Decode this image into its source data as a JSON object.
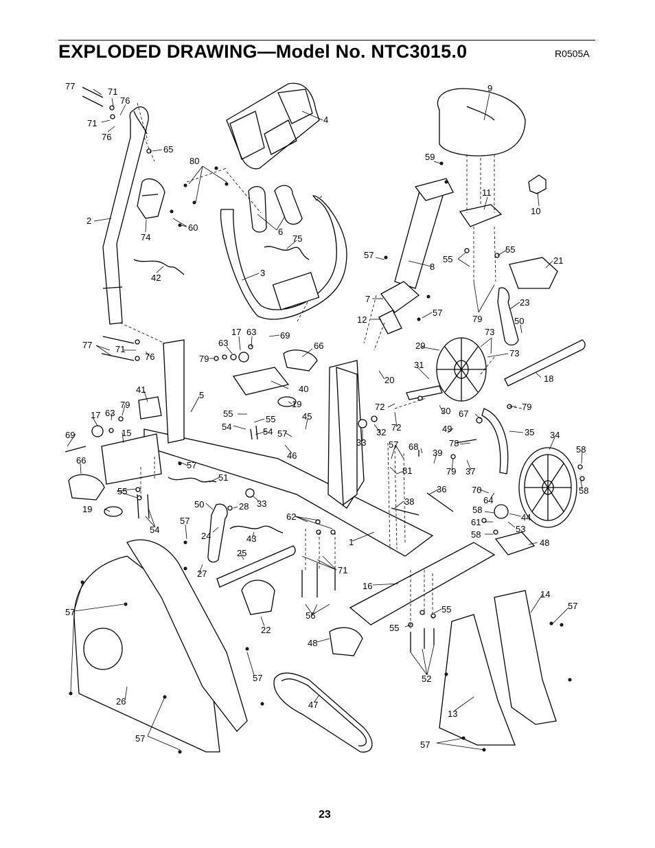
{
  "page": {
    "title": "EXPLODED DRAWING—Model No. NTC3015.0",
    "drawing_ref": "R0505A",
    "page_number": "23"
  },
  "callouts": [
    {
      "id": "c77a",
      "text": "77"
    },
    {
      "id": "c71a",
      "text": "71"
    },
    {
      "id": "c76a",
      "text": "76"
    },
    {
      "id": "c71b",
      "text": "71"
    },
    {
      "id": "c76b",
      "text": "76"
    },
    {
      "id": "c65",
      "text": "65"
    },
    {
      "id": "c4",
      "text": "4"
    },
    {
      "id": "c80",
      "text": "80"
    },
    {
      "id": "c9",
      "text": "9"
    },
    {
      "id": "c59",
      "text": "59"
    },
    {
      "id": "c11",
      "text": "11"
    },
    {
      "id": "c10",
      "text": "10"
    },
    {
      "id": "c2",
      "text": "2"
    },
    {
      "id": "c74",
      "text": "74"
    },
    {
      "id": "c60",
      "text": "60"
    },
    {
      "id": "c6",
      "text": "6"
    },
    {
      "id": "c75",
      "text": "75"
    },
    {
      "id": "c42",
      "text": "42"
    },
    {
      "id": "c3",
      "text": "3"
    },
    {
      "id": "c57a",
      "text": "57"
    },
    {
      "id": "c8",
      "text": "8"
    },
    {
      "id": "c55a",
      "text": "55"
    },
    {
      "id": "c55b",
      "text": "55"
    },
    {
      "id": "c21",
      "text": "21"
    },
    {
      "id": "c7",
      "text": "7"
    },
    {
      "id": "c57b",
      "text": "57"
    },
    {
      "id": "c12",
      "text": "12"
    },
    {
      "id": "c23",
      "text": "23"
    },
    {
      "id": "c79a",
      "text": "79"
    },
    {
      "id": "c50a",
      "text": "50"
    },
    {
      "id": "c73a",
      "text": "73"
    },
    {
      "id": "c73b",
      "text": "73"
    },
    {
      "id": "c77b",
      "text": "77"
    },
    {
      "id": "c71c",
      "text": "71"
    },
    {
      "id": "c76c",
      "text": "76"
    },
    {
      "id": "c17a",
      "text": "17"
    },
    {
      "id": "c63a",
      "text": "63"
    },
    {
      "id": "c69a",
      "text": "69"
    },
    {
      "id": "c63b",
      "text": "63"
    },
    {
      "id": "c79b",
      "text": "79"
    },
    {
      "id": "c66a",
      "text": "66"
    },
    {
      "id": "c29",
      "text": "29"
    },
    {
      "id": "c18",
      "text": "18"
    },
    {
      "id": "c31",
      "text": "31"
    },
    {
      "id": "c20",
      "text": "20"
    },
    {
      "id": "c40",
      "text": "40"
    },
    {
      "id": "c41",
      "text": "41"
    },
    {
      "id": "c5",
      "text": "5"
    },
    {
      "id": "c19a",
      "text": "19"
    },
    {
      "id": "c72a",
      "text": "72"
    },
    {
      "id": "c79c",
      "text": "79"
    },
    {
      "id": "c17b",
      "text": "17"
    },
    {
      "id": "c63c",
      "text": "63"
    },
    {
      "id": "c79d",
      "text": "79"
    },
    {
      "id": "c55c",
      "text": "55"
    },
    {
      "id": "c55d",
      "text": "55"
    },
    {
      "id": "c45",
      "text": "45"
    },
    {
      "id": "c30",
      "text": "30"
    },
    {
      "id": "c67",
      "text": "67"
    },
    {
      "id": "c72b",
      "text": "72"
    },
    {
      "id": "c49",
      "text": "49"
    },
    {
      "id": "c35",
      "text": "35"
    },
    {
      "id": "c69b",
      "text": "69"
    },
    {
      "id": "c15",
      "text": "15"
    },
    {
      "id": "c54a",
      "text": "54"
    },
    {
      "id": "c57c",
      "text": "57"
    },
    {
      "id": "c54b",
      "text": "54"
    },
    {
      "id": "c33a",
      "text": "33"
    },
    {
      "id": "c32",
      "text": "32"
    },
    {
      "id": "c34",
      "text": "34"
    },
    {
      "id": "c46",
      "text": "46"
    },
    {
      "id": "c57d",
      "text": "57"
    },
    {
      "id": "c68",
      "text": "68"
    },
    {
      "id": "c39",
      "text": "39"
    },
    {
      "id": "c78",
      "text": "78"
    },
    {
      "id": "c58a",
      "text": "58"
    },
    {
      "id": "c66b",
      "text": "66"
    },
    {
      "id": "c57e",
      "text": "57"
    },
    {
      "id": "c81",
      "text": "81"
    },
    {
      "id": "c79e",
      "text": "79"
    },
    {
      "id": "c37",
      "text": "37"
    },
    {
      "id": "c51",
      "text": "51"
    },
    {
      "id": "c58b",
      "text": "58"
    },
    {
      "id": "c55e",
      "text": "55"
    },
    {
      "id": "c70",
      "text": "70"
    },
    {
      "id": "c36",
      "text": "36"
    },
    {
      "id": "c64",
      "text": "64"
    },
    {
      "id": "c38",
      "text": "38"
    },
    {
      "id": "c50b",
      "text": "50"
    },
    {
      "id": "c28",
      "text": "28"
    },
    {
      "id": "c33b",
      "text": "33"
    },
    {
      "id": "c19b",
      "text": "19"
    },
    {
      "id": "c58c",
      "text": "58"
    },
    {
      "id": "c44",
      "text": "44"
    },
    {
      "id": "c62",
      "text": "62"
    },
    {
      "id": "c61",
      "text": "61"
    },
    {
      "id": "c53",
      "text": "53"
    },
    {
      "id": "c54c",
      "text": "54"
    },
    {
      "id": "c57f",
      "text": "57"
    },
    {
      "id": "c24",
      "text": "24"
    },
    {
      "id": "c43",
      "text": "43"
    },
    {
      "id": "c58d",
      "text": "58"
    },
    {
      "id": "c48a",
      "text": "48"
    },
    {
      "id": "c1",
      "text": "1"
    },
    {
      "id": "c25",
      "text": "25"
    },
    {
      "id": "c27",
      "text": "27"
    },
    {
      "id": "c71d",
      "text": "71"
    },
    {
      "id": "c16",
      "text": "16"
    },
    {
      "id": "c14",
      "text": "14"
    },
    {
      "id": "c57g",
      "text": "57"
    },
    {
      "id": "c57h",
      "text": "57"
    },
    {
      "id": "c22",
      "text": "22"
    },
    {
      "id": "c56",
      "text": "56"
    },
    {
      "id": "c55f",
      "text": "55"
    },
    {
      "id": "c55g",
      "text": "55"
    },
    {
      "id": "c48b",
      "text": "48"
    },
    {
      "id": "c57i",
      "text": "57"
    },
    {
      "id": "c52",
      "text": "52"
    },
    {
      "id": "c47",
      "text": "47"
    },
    {
      "id": "c26",
      "text": "26"
    },
    {
      "id": "c13",
      "text": "13"
    },
    {
      "id": "c57j",
      "text": "57"
    },
    {
      "id": "c57k",
      "text": "57"
    }
  ]
}
